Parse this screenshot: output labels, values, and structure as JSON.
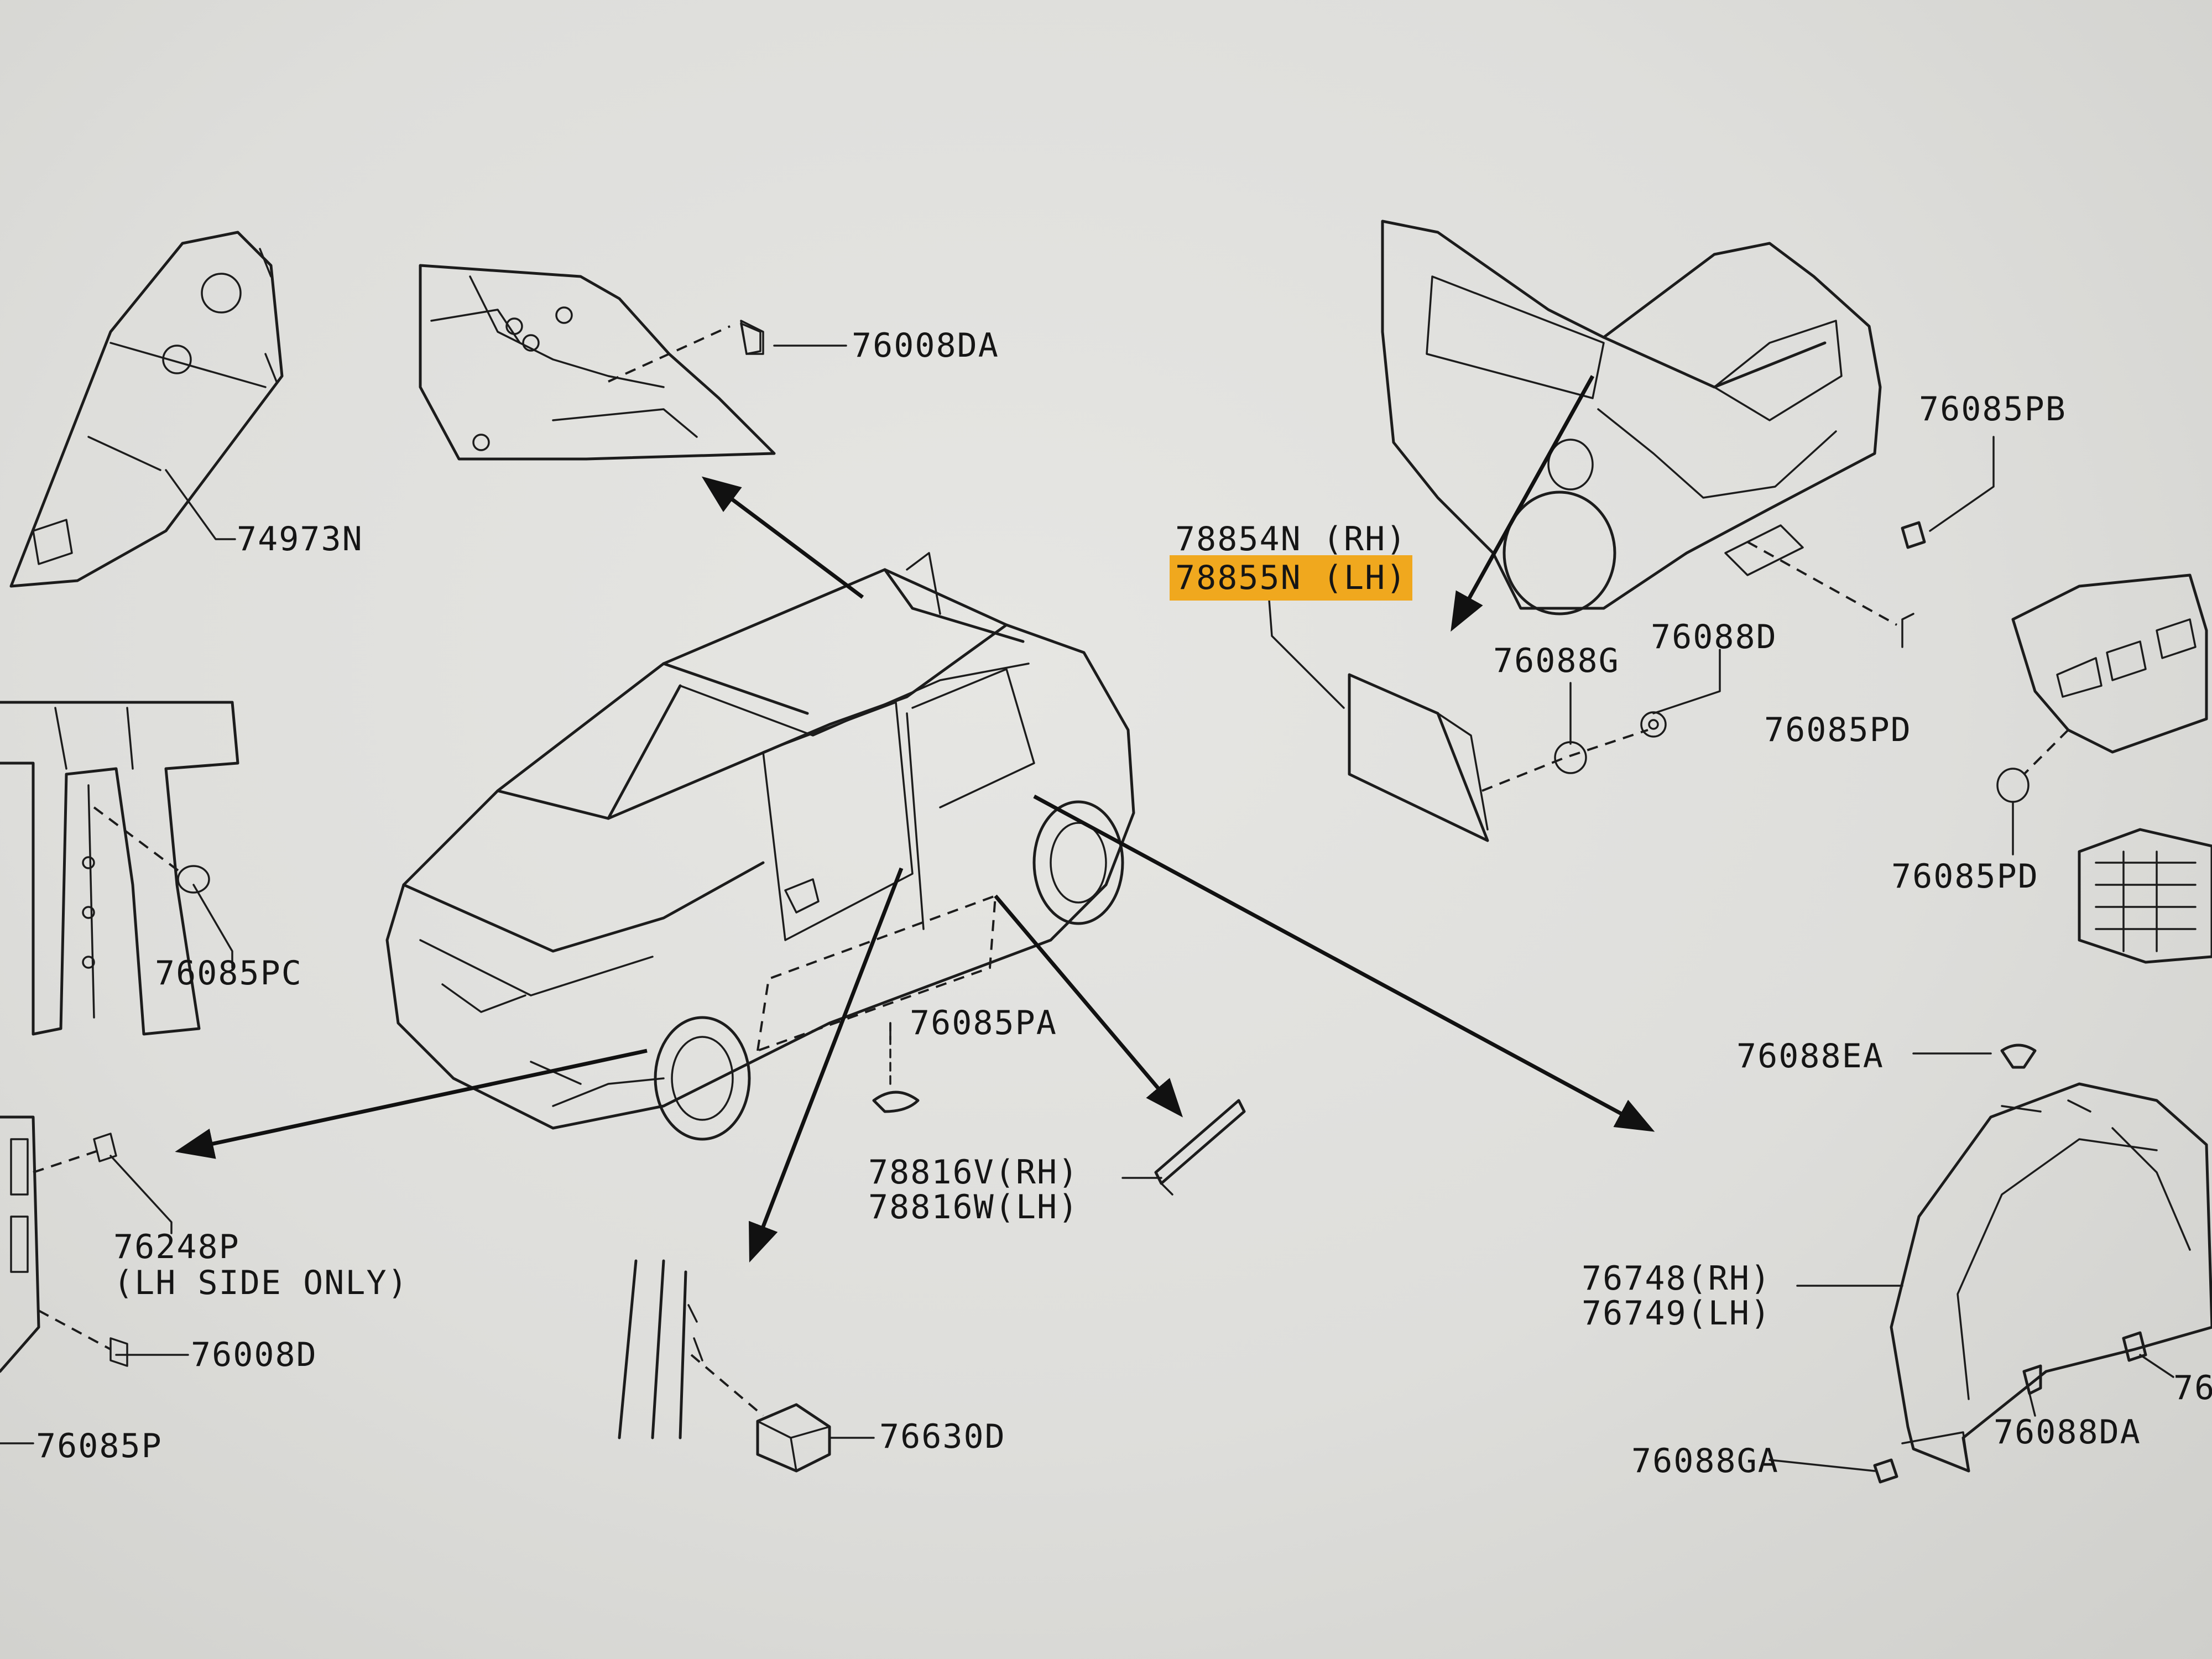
{
  "labels": {
    "p_76008DA_top": "76008DA",
    "p_74973N": "74973N",
    "p_76085PC": "76085PC",
    "p_78854N": "78854N (RH)",
    "p_78855N": "78855N (LH)",
    "p_76085PB": "76085PB",
    "p_76088G": "76088G",
    "p_76088D": "76088D",
    "p_76085PD_a": "76085PD",
    "p_76085PD_b": "76085PD",
    "p_76085PA": "76085PA",
    "p_78816V": "78816V(RH)",
    "p_78816W": "78816W(LH)",
    "p_76248P": "76248P",
    "p_76248P_note": "(LH SIDE ONLY)",
    "p_76008D": "76008D",
    "p_76085P": "76085P",
    "p_76630D": "76630D",
    "p_76088EA": "76088EA",
    "p_76748": "76748(RH)",
    "p_76749": "76749(LH)",
    "p_76088GA": "76088GA",
    "p_76088DA_bottom": "76088DA",
    "p_cut_right": "76"
  },
  "colors": {
    "highlight": "#f0a81e",
    "ink": "#1c1c1c",
    "paper": "#e2e2df"
  }
}
